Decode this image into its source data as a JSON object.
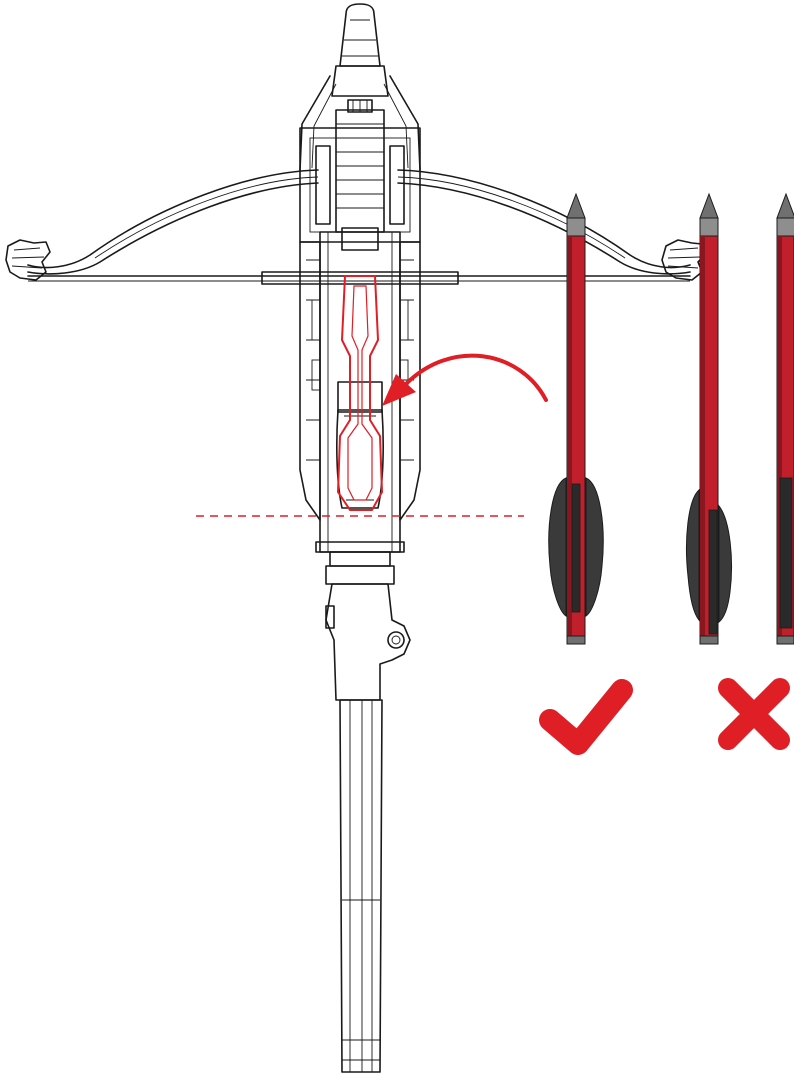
{
  "colors": {
    "line": "#1a1a1a",
    "accent": "#e01e26",
    "shaft": "#c21f2c",
    "shaft_dark": "#8a1620",
    "vane": "#3a3a3a",
    "vane_edge": "#1c1c1c",
    "tip": "#707070",
    "background": "#ffffff"
  },
  "arrows": [
    {
      "id": "correct",
      "verdict": "correct",
      "symbol": "check-mark-icon"
    },
    {
      "id": "incorrect",
      "verdict": "incorrect",
      "symbol": "cross-mark-icon"
    },
    {
      "id": "partial",
      "verdict": "",
      "symbol": ""
    }
  ]
}
